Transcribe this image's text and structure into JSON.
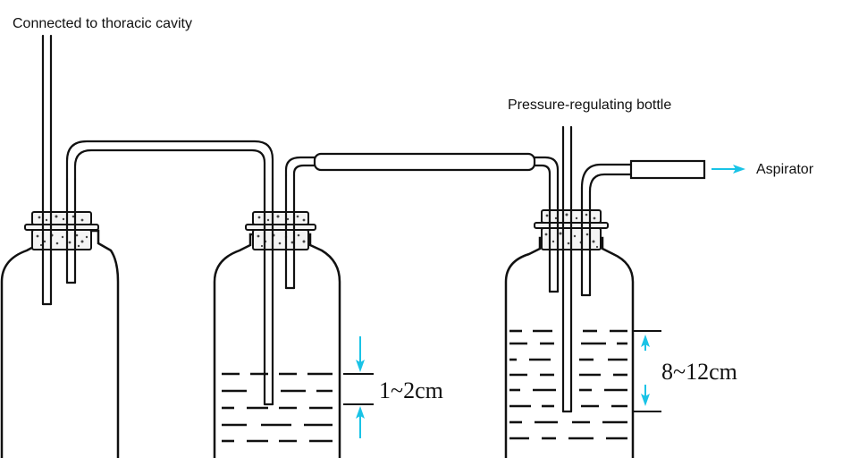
{
  "labels": {
    "thoracic": "Connected to thoracic cavity",
    "regulating": "Pressure-regulating bottle",
    "aspirator": "Aspirator",
    "depth_small": "1~2cm",
    "depth_large": "8~12cm"
  },
  "colors": {
    "outline": "#111111",
    "arrow": "#19c3e6",
    "background": "#ffffff"
  }
}
